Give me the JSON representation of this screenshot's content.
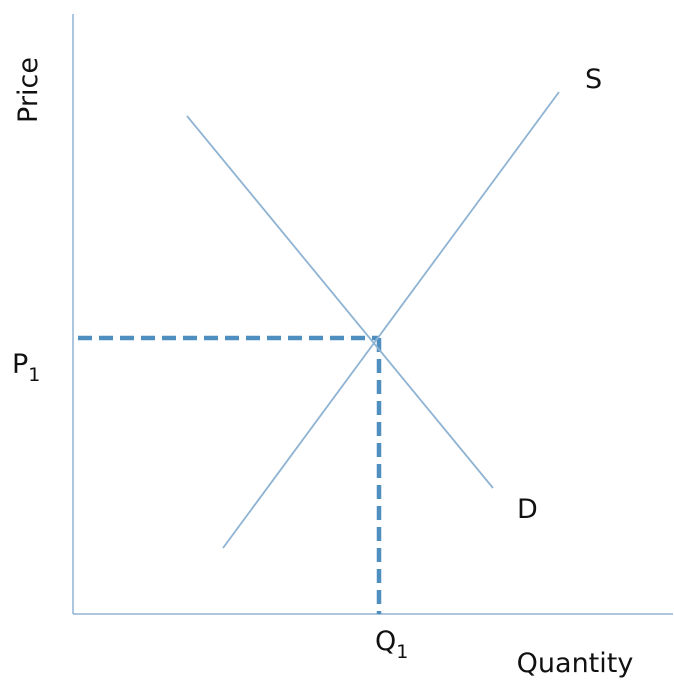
{
  "chart_data": {
    "type": "line",
    "xlabel": "Quantity",
    "ylabel": "Price",
    "xlim": [
      0,
      10
    ],
    "ylim": [
      0,
      10
    ],
    "grid": false,
    "series": [
      {
        "name": "S",
        "x": [
          2.5,
          8.1
        ],
        "y": [
          1.1,
          8.7
        ],
        "color": "#8fb3d3"
      },
      {
        "name": "D",
        "x": [
          1.9,
          7.0
        ],
        "y": [
          8.3,
          2.1
        ],
        "color": "#8fb3d3"
      }
    ],
    "equilibrium": {
      "x": 5.1,
      "y": 4.6,
      "x_label": "Q",
      "x_label_sub": "1",
      "y_label": "P",
      "y_label_sub": "1",
      "guide_color": "#4f8fc0"
    }
  }
}
